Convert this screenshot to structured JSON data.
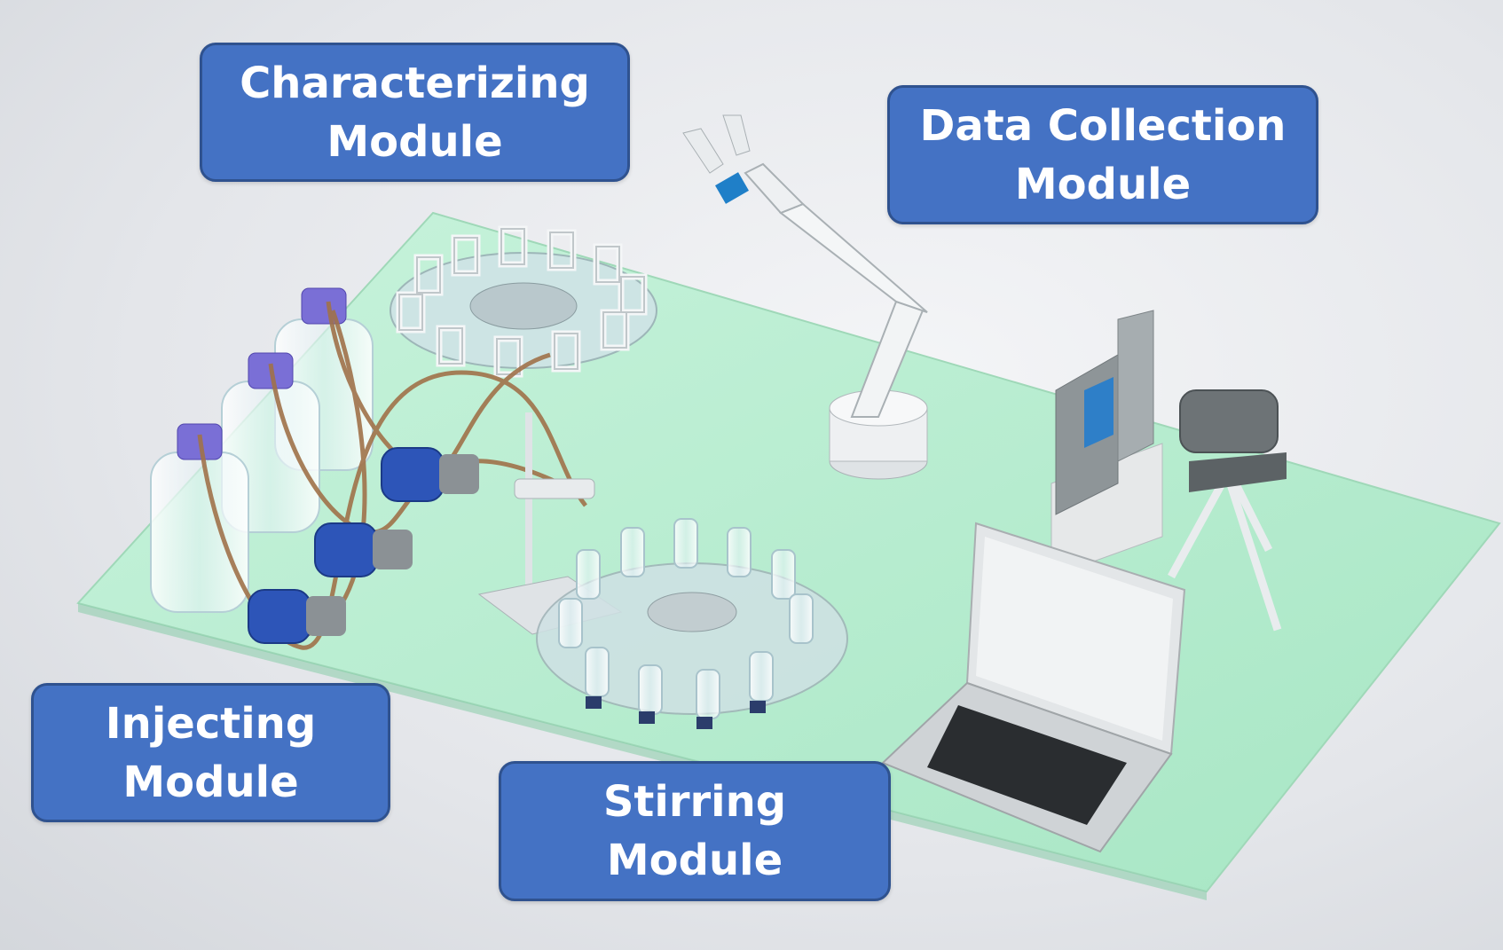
{
  "modules": {
    "characterizing": {
      "line1": "Characterizing",
      "line2": "Module"
    },
    "data_collection": {
      "line1": "Data Collection",
      "line2": "Module"
    },
    "injecting": {
      "line1": "Injecting",
      "line2": "Module"
    },
    "stirring": {
      "line1": "Stirring",
      "line2": "Module"
    }
  },
  "colors": {
    "label_fill": "#4472c4",
    "label_border": "#2f528f",
    "platform": "#b8edd0",
    "bottle_cap": "#7a6fd6",
    "pump_motor": "#2d55b8",
    "tubing": "#a0724a"
  },
  "icons": [
    "robot-arm-icon",
    "camera-icon",
    "laptop-icon",
    "pump-icon",
    "bottle-icon",
    "carousel-icon",
    "monitor-icon"
  ]
}
